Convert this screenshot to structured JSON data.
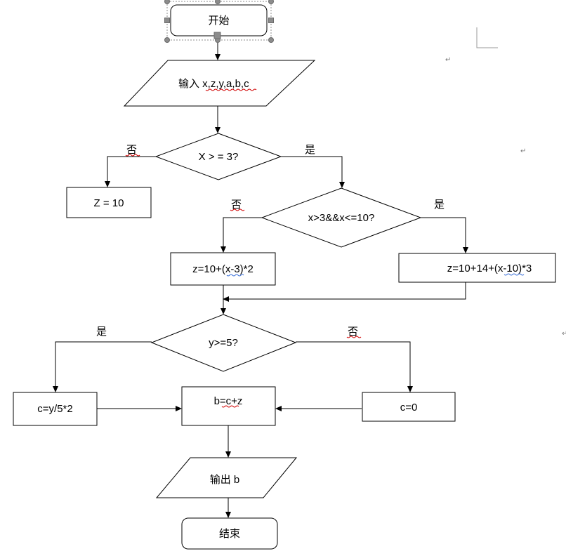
{
  "nodes": {
    "start": "开始",
    "input": "输入 x,z,y,a,b,c",
    "cond1": "X > = 3?",
    "z10": "Z = 10",
    "cond2": "x>3&&x<=10?",
    "calc_mid": "z=10+(x-3)*2",
    "calc_high": "z=10+14+(x-10)*3",
    "cond3": "y>=5?",
    "c_div": "c=y/5*2",
    "b_sum": "b=c+z",
    "c_zero": "c=0",
    "output": "输出 b",
    "end": "结束"
  },
  "edges": {
    "cond1_no": "否",
    "cond1_yes": "是",
    "cond2_no": "否",
    "cond2_yes": "是",
    "cond3_yes": "是",
    "cond3_no": "否"
  },
  "marks": {
    "para": "↵"
  }
}
